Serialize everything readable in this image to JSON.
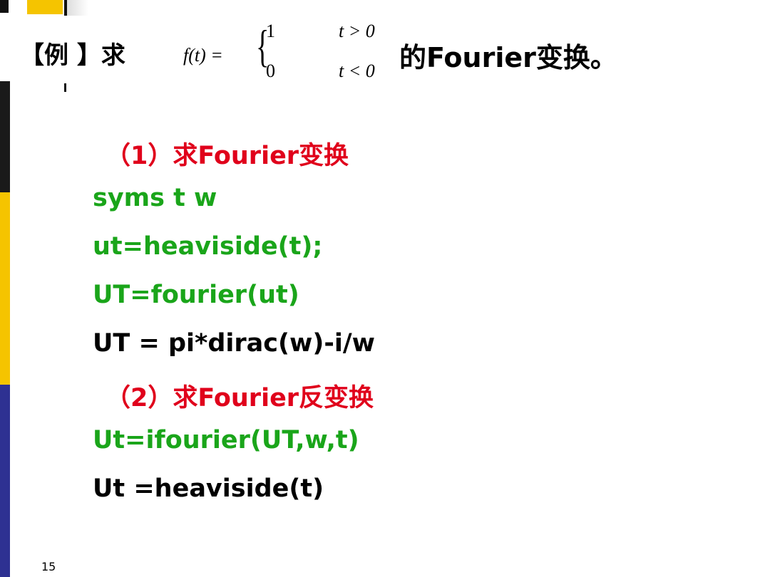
{
  "slide": {
    "title_prefix": "【例 】求",
    "title_suffix": "的Fourier变换。",
    "formula": {
      "lhs": "f(t) =",
      "brace": "{",
      "row1_value": "1",
      "row1_condition": "t > 0",
      "row2_value": "0",
      "row2_condition": "t < 0"
    },
    "step1": "（1）求Fourier变换",
    "code1": "syms  t  w",
    "code2": "ut=heaviside(t);",
    "code3": "UT=fourier(ut)",
    "result1": "UT = pi*dirac(w)-i/w",
    "step2": "（2）求Fourier反变换",
    "code4": "Ut=ifourier(UT,w,t)",
    "result2": "Ut =heaviside(t)",
    "page_number": "15"
  },
  "colors": {
    "step": "#e0001b",
    "code": "#1aa51a",
    "result": "#000000",
    "accent_yellow": "#f5c400",
    "accent_blue": "#2e3192"
  }
}
